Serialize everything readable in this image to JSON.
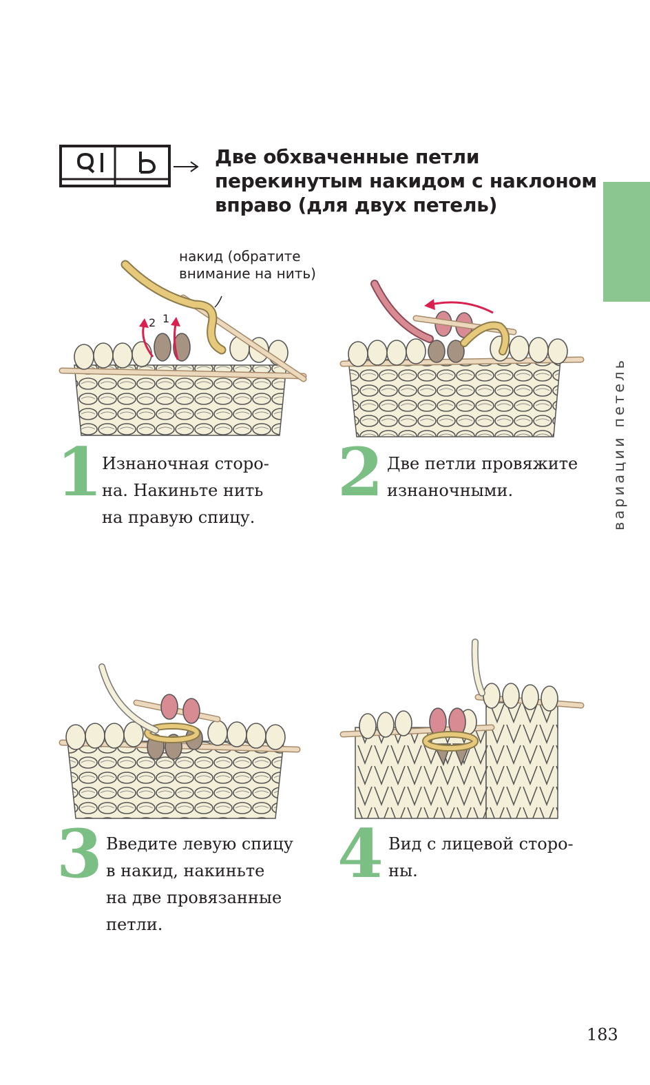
{
  "header": {
    "symbol_icon": "knitting-chart-symbol-icon",
    "arrow_icon": "right-arrow-icon",
    "title_lines": [
      "Две обхваченные петли",
      "перекинутым накидом с наклоном",
      "вправо (для двух петель)"
    ]
  },
  "side_tab": {
    "label": "вариации петель",
    "color": "#8bc58f"
  },
  "annotation": {
    "lines": [
      "накид (обратите",
      "внимание на нить)"
    ]
  },
  "arrow_labels": {
    "first": "1",
    "second": "2"
  },
  "steps": [
    {
      "number": "1",
      "text_lines": [
        "Изнаночная сторо-",
        "на. Накиньте нить",
        "на правую спицу."
      ],
      "illustration": "purl-side-yarn-over-illustration"
    },
    {
      "number": "2",
      "text_lines": [
        "Две петли провяжите",
        "изнаночными."
      ],
      "illustration": "purl-two-stitches-illustration"
    },
    {
      "number": "3",
      "text_lines": [
        "Введите левую спицу",
        "в накид, накиньте",
        "на две провязанные",
        "петли."
      ],
      "illustration": "lift-yarn-over-illustration"
    },
    {
      "number": "4",
      "text_lines": [
        "Вид с лицевой сторо-",
        "ны."
      ],
      "illustration": "right-side-view-illustration"
    }
  ],
  "colors": {
    "accent_green": "#7cbf85",
    "yarn_cream": "#f4efd8",
    "yarn_yellow": "#e6c97a",
    "yarn_pink": "#d98b94",
    "yarn_taupe": "#a79382",
    "needle": "#ecd8bc",
    "arrow_red": "#d9204f"
  },
  "page_number": "183"
}
